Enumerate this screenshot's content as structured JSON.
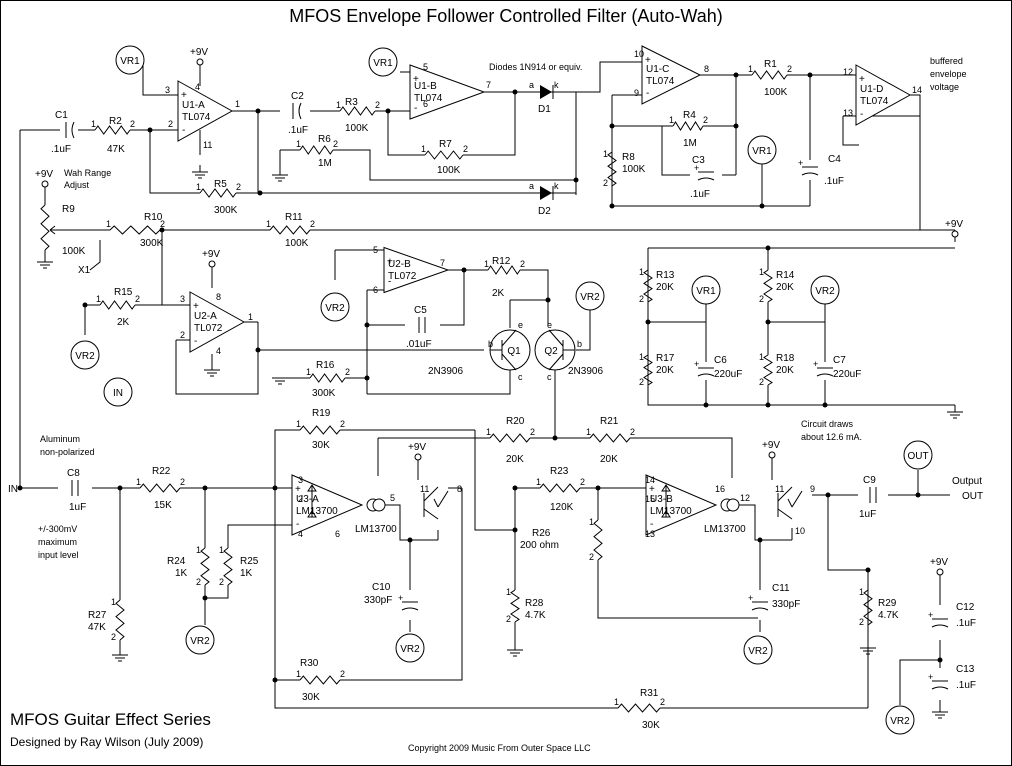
{
  "title": "MFOS Envelope Follower Controlled Filter (Auto-Wah)",
  "series_name": "MFOS Guitar Effect Series",
  "designer": "Designed by Ray Wilson (July 2009)",
  "copyright": "Copyright 2009 Music From Outer Space LLC",
  "notes": {
    "diodes": "Diodes 1N914 or equiv.",
    "buffered_1": "buffered",
    "buffered_2": "envelope",
    "buffered_3": "voltage",
    "wah_1": "Wah Range",
    "wah_2": "Adjust",
    "aluminum_1": "Aluminum",
    "aluminum_2": "non-polarized",
    "maxin_1": "+/-300mV",
    "maxin_2": "maximum",
    "maxin_3": "input level",
    "circuit_1": "Circuit draws",
    "circuit_2": "about 12.6 mA."
  },
  "ports": {
    "in": "IN",
    "in_label": "IN",
    "out": "OUT",
    "out_label": "OUT",
    "output": "Output",
    "x1": "X1",
    "vr1": "VR1",
    "vr2": "VR2",
    "v9": "+9V"
  },
  "resistors": [
    {
      "ref": "R1",
      "value": "100K"
    },
    {
      "ref": "R2",
      "value": "47K"
    },
    {
      "ref": "R3",
      "value": "100K"
    },
    {
      "ref": "R4",
      "value": "1M"
    },
    {
      "ref": "R5",
      "value": "300K"
    },
    {
      "ref": "R6",
      "value": "1M"
    },
    {
      "ref": "R7",
      "value": "100K"
    },
    {
      "ref": "R8",
      "value": "100K"
    },
    {
      "ref": "R9",
      "value": "100K"
    },
    {
      "ref": "R10",
      "value": "300K"
    },
    {
      "ref": "R11",
      "value": "100K"
    },
    {
      "ref": "R12",
      "value": "2K"
    },
    {
      "ref": "R13",
      "value": "20K"
    },
    {
      "ref": "R14",
      "value": "20K"
    },
    {
      "ref": "R15",
      "value": "2K"
    },
    {
      "ref": "R16",
      "value": "300K"
    },
    {
      "ref": "R17",
      "value": "20K"
    },
    {
      "ref": "R18",
      "value": "20K"
    },
    {
      "ref": "R19",
      "value": "30K"
    },
    {
      "ref": "R20",
      "value": "20K"
    },
    {
      "ref": "R21",
      "value": "20K"
    },
    {
      "ref": "R22",
      "value": "15K"
    },
    {
      "ref": "R23",
      "value": "120K"
    },
    {
      "ref": "R24",
      "value": "1K"
    },
    {
      "ref": "R25",
      "value": "1K"
    },
    {
      "ref": "R26",
      "value": "200 ohm"
    },
    {
      "ref": "R27",
      "value": "47K"
    },
    {
      "ref": "R28",
      "value": "4.7K"
    },
    {
      "ref": "R29",
      "value": "4.7K"
    },
    {
      "ref": "R30",
      "value": "30K"
    },
    {
      "ref": "R31",
      "value": "30K"
    }
  ],
  "capacitors": [
    {
      "ref": "C1",
      "value": ".1uF"
    },
    {
      "ref": "C2",
      "value": ".1uF"
    },
    {
      "ref": "C3",
      "value": ".1uF"
    },
    {
      "ref": "C4",
      "value": ".1uF"
    },
    {
      "ref": "C5",
      "value": ".01uF"
    },
    {
      "ref": "C6",
      "value": "220uF"
    },
    {
      "ref": "C7",
      "value": "220uF"
    },
    {
      "ref": "C8",
      "value": "1uF"
    },
    {
      "ref": "C9",
      "value": "1uF"
    },
    {
      "ref": "C10",
      "value": "330pF"
    },
    {
      "ref": "C11",
      "value": "330pF"
    },
    {
      "ref": "C12",
      "value": ".1uF"
    },
    {
      "ref": "C13",
      "value": ".1uF"
    }
  ],
  "ics": [
    {
      "ref": "U1-A",
      "part": "TL074"
    },
    {
      "ref": "U1-B",
      "part": "TL074"
    },
    {
      "ref": "U1-C",
      "part": "TL074"
    },
    {
      "ref": "U1-D",
      "part": "TL074"
    },
    {
      "ref": "U2-A",
      "part": "TL072"
    },
    {
      "ref": "U2-B",
      "part": "TL072"
    },
    {
      "ref": "U3-A",
      "part": "LM13700"
    },
    {
      "ref": "U3-B",
      "part": "LM13700"
    }
  ],
  "transistors": [
    {
      "ref": "Q1",
      "part": "2N3906"
    },
    {
      "ref": "Q2",
      "part": "2N3906"
    }
  ],
  "diodes": [
    {
      "ref": "D1"
    },
    {
      "ref": "D2"
    }
  ],
  "pins": {
    "p1": "1",
    "p2": "2",
    "p3": "3",
    "p4": "4",
    "p5": "5",
    "p6": "6",
    "p7": "7",
    "p8": "8",
    "p9": "9",
    "p10": "10",
    "p11": "11",
    "p12": "12",
    "p13": "13",
    "p14": "14",
    "p15": "15",
    "p16": "16",
    "a": "a",
    "k": "k",
    "b": "b",
    "c": "c",
    "e": "e"
  }
}
